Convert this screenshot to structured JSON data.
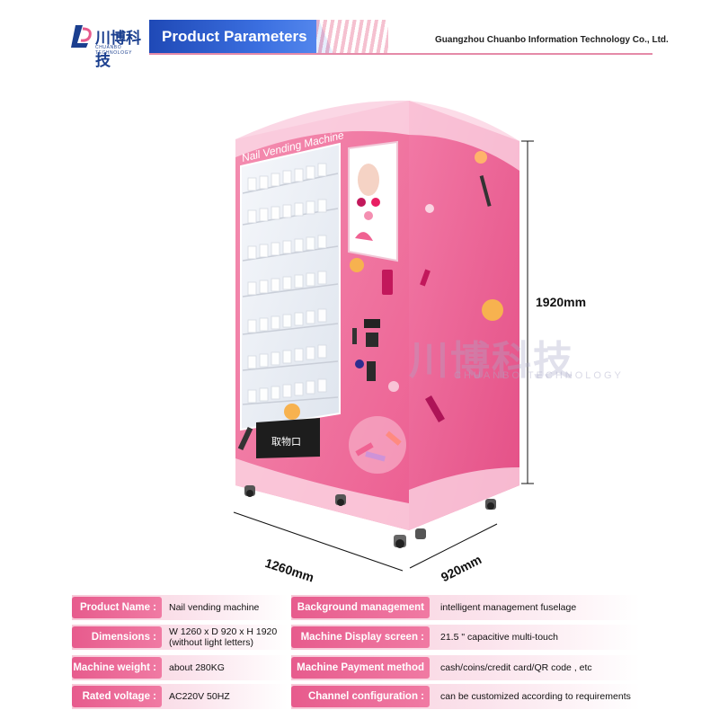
{
  "header": {
    "logo_cn": "川博科技",
    "logo_en": "CHUANBO TECHNOLOGY",
    "title": "Product Parameters",
    "company": "Guangzhou Chuanbo Information Technology Co., Ltd."
  },
  "machine": {
    "sign": "Nail Vending Machine",
    "pickup_label": "取物口"
  },
  "dimensions": {
    "height": "1920mm",
    "width": "1260mm",
    "depth": "920mm"
  },
  "watermark": {
    "cn": "川博科技",
    "en": "CHUANBO TECHNOLOGY"
  },
  "params": {
    "left": [
      {
        "label": "Product Name :",
        "value": "Nail vending machine"
      },
      {
        "label": "Dimensions :",
        "value": "W 1260 x D 920 x H 1920\n(without light letters)"
      },
      {
        "label": "Machine weight :",
        "value": "about 280KG"
      },
      {
        "label": "Rated voltage :",
        "value": "AC220V 50HZ"
      }
    ],
    "right": [
      {
        "label": "Background management :",
        "value": "intelligent management fuselage"
      },
      {
        "label": "Machine Display screen :",
        "value": "21.5 \" capacitive multi-touch"
      },
      {
        "label": "Machine Payment method :",
        "value": "cash/coins/credit card/QR code , etc"
      },
      {
        "label": "Channel configuration :",
        "value": "can be customized according to requirements"
      }
    ]
  },
  "colors": {
    "accent_pink": "#e75b8d",
    "machine_pink": "#f06a9a",
    "brand_blue": "#1f49b6"
  }
}
